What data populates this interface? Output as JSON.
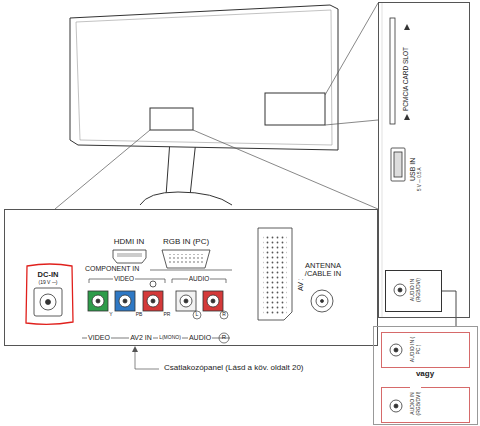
{
  "diagram": {
    "nodes": [
      {
        "text": [
          "PCMCIA CARD SLOT",
          "USB IN",
          "5 V ⎓ 0.5 A"
        ]
      },
      {
        "text": [
          "AUDIO IN (RGB/DVI)"
        ],
        "in": 0
      },
      {
        "text": [
          "HDMI IN",
          "RGB IN (PC)",
          "COMPONENT IN",
          "VIDEO",
          "AUDIO",
          "DC-IN",
          "(19 V ⎓)",
          "Y",
          "PB",
          "PR",
          "L",
          "R",
          "VIDEO",
          "AV2 IN",
          "L(MONO)",
          "AUDIO",
          "R",
          "AV 1",
          "ANTENNA /CABLE IN"
        ]
      },
      {
        "text": [
          "vagy"
        ]
      },
      {
        "text": [
          "AUDIO IN ( PC )"
        ],
        "in": 3
      },
      {
        "text": [
          "AUDIO IN (RGB/DVI)"
        ],
        "in": 3
      }
    ],
    "edges": [
      {
        "from": 1,
        "to": 3,
        "arrow": "none"
      }
    ],
    "labels": [
      "Csatlakozópanel (Lásd a köv. oldalt 20)"
    ]
  }
}
